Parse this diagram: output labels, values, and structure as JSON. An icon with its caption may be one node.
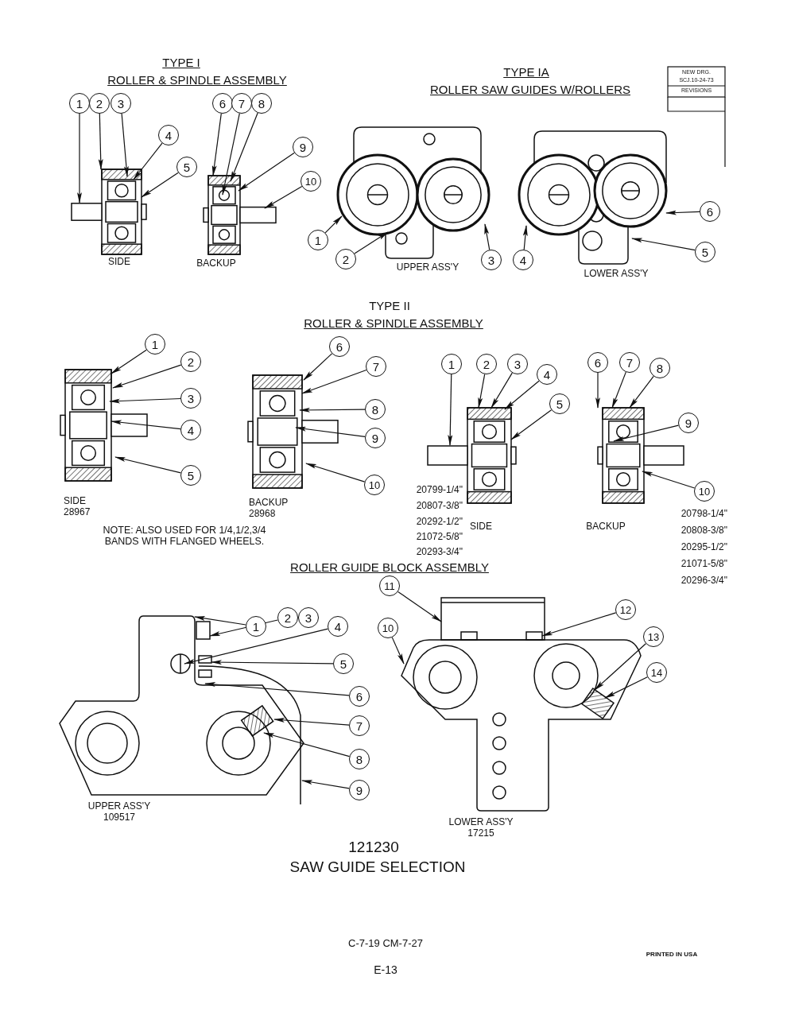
{
  "diagram": {
    "caption": "SAW GUIDE SELECTION",
    "nodes": [
      {
        "text": [
          "1"
        ]
      },
      {
        "text": [
          "2"
        ]
      },
      {
        "text": [
          "3"
        ]
      },
      {
        "text": [
          "4"
        ]
      },
      {
        "text": [
          "5"
        ]
      },
      {
        "text": [
          "6"
        ]
      },
      {
        "text": [
          "7"
        ]
      },
      {
        "text": [
          "8"
        ]
      },
      {
        "text": [
          "9"
        ]
      },
      {
        "text": [
          "10"
        ]
      },
      {
        "text": [
          "1"
        ]
      },
      {
        "text": [
          "2"
        ]
      },
      {
        "text": [
          "3"
        ]
      },
      {
        "text": [
          "4"
        ]
      },
      {
        "text": [
          "6"
        ]
      },
      {
        "text": [
          "5"
        ]
      },
      {
        "text": [
          "1"
        ]
      },
      {
        "text": [
          "2"
        ]
      },
      {
        "text": [
          "3"
        ]
      },
      {
        "text": [
          "4"
        ]
      },
      {
        "text": [
          "5"
        ]
      },
      {
        "text": [
          "6"
        ]
      },
      {
        "text": [
          "7"
        ]
      },
      {
        "text": [
          "8"
        ]
      },
      {
        "text": [
          "9"
        ]
      },
      {
        "text": [
          "10"
        ]
      },
      {
        "text": [
          "1"
        ]
      },
      {
        "text": [
          "2"
        ]
      },
      {
        "text": [
          "3"
        ]
      },
      {
        "text": [
          "4"
        ]
      },
      {
        "text": [
          "5"
        ]
      },
      {
        "text": [
          "6"
        ]
      },
      {
        "text": [
          "7"
        ]
      },
      {
        "text": [
          "8"
        ]
      },
      {
        "text": [
          "9"
        ]
      },
      {
        "text": [
          "10"
        ]
      },
      {
        "text": [
          "1"
        ]
      },
      {
        "text": [
          "2"
        ]
      },
      {
        "text": [
          "4"
        ]
      },
      {
        "text": [
          "5"
        ]
      },
      {
        "text": [
          "6"
        ]
      },
      {
        "text": [
          "7"
        ]
      },
      {
        "text": [
          "8"
        ]
      },
      {
        "text": [
          "9"
        ]
      },
      {
        "text": [
          "11"
        ]
      },
      {
        "text": [
          "10"
        ]
      },
      {
        "text": [
          "12"
        ]
      },
      {
        "text": [
          "13"
        ]
      },
      {
        "text": [
          "14"
        ]
      },
      {
        "text": [
          "3"
        ]
      },
      {
        "text": [],
        "shape": "picture",
        "beside": [
          "SIDE"
        ]
      },
      {
        "text": [],
        "shape": "picture",
        "beside": [
          "BACKUP"
        ]
      },
      {
        "text": [],
        "shape": "picture",
        "beside": [
          "UPPER ASS'Y"
        ]
      },
      {
        "text": [],
        "shape": "picture",
        "beside": [
          "LOWER ASS'Y"
        ]
      },
      {
        "text": [],
        "shape": "picture",
        "beside": [
          "SIDE 28967"
        ]
      },
      {
        "text": [],
        "shape": "picture",
        "beside": [
          "BACKUP 28968"
        ]
      },
      {
        "text": [],
        "shape": "picture",
        "beside": [
          "SIDE"
        ]
      },
      {
        "text": [],
        "shape": "picture",
        "beside": [
          "BACKUP"
        ]
      },
      {
        "text": [],
        "shape": "picture",
        "beside": [
          "UPPER ASS'Y 109517"
        ]
      },
      {
        "text": [],
        "shape": "picture",
        "beside": [
          "LOWER ASS'Y 17215"
        ]
      }
    ],
    "edges": [
      {
        "from": 0,
        "to": 50,
        "arrow": "to"
      },
      {
        "from": 1,
        "to": 50,
        "arrow": "to"
      },
      {
        "from": 2,
        "to": 50,
        "arrow": "to"
      },
      {
        "from": 3,
        "to": 50,
        "arrow": "to"
      },
      {
        "from": 4,
        "to": 50,
        "arrow": "to"
      },
      {
        "from": 5,
        "to": 51,
        "arrow": "to"
      },
      {
        "from": 6,
        "to": 51,
        "arrow": "to"
      },
      {
        "from": 7,
        "to": 51,
        "arrow": "to"
      },
      {
        "from": 8,
        "to": 51,
        "arrow": "to"
      },
      {
        "from": 9,
        "to": 51,
        "arrow": "to"
      },
      {
        "from": 10,
        "to": 52,
        "arrow": "to"
      },
      {
        "from": 11,
        "to": 52,
        "arrow": "to"
      },
      {
        "from": 12,
        "to": 52,
        "arrow": "to"
      },
      {
        "from": 13,
        "to": 53,
        "arrow": "to"
      },
      {
        "from": 14,
        "to": 53,
        "arrow": "to"
      },
      {
        "from": 15,
        "to": 53,
        "arrow": "to"
      },
      {
        "from": 16,
        "to": 54,
        "arrow": "to"
      },
      {
        "from": 17,
        "to": 54,
        "arrow": "to"
      },
      {
        "from": 18,
        "to": 54,
        "arrow": "to"
      },
      {
        "from": 19,
        "to": 54,
        "arrow": "to"
      },
      {
        "from": 20,
        "to": 54,
        "arrow": "to"
      },
      {
        "from": 21,
        "to": 55,
        "arrow": "to"
      },
      {
        "from": 22,
        "to": 55,
        "arrow": "to"
      },
      {
        "from": 23,
        "to": 55,
        "arrow": "to"
      },
      {
        "from": 24,
        "to": 55,
        "arrow": "to"
      },
      {
        "from": 25,
        "to": 55,
        "arrow": "to"
      },
      {
        "from": 26,
        "to": 56,
        "arrow": "to"
      },
      {
        "from": 27,
        "to": 56,
        "arrow": "to"
      },
      {
        "from": 28,
        "to": 56,
        "arrow": "to"
      },
      {
        "from": 29,
        "to": 56,
        "arrow": "to"
      },
      {
        "from": 30,
        "to": 56,
        "arrow": "to"
      },
      {
        "from": 31,
        "to": 57,
        "arrow": "to"
      },
      {
        "from": 32,
        "to": 57,
        "arrow": "to"
      },
      {
        "from": 33,
        "to": 57,
        "arrow": "to"
      },
      {
        "from": 34,
        "to": 57,
        "arrow": "to"
      },
      {
        "from": 35,
        "to": 57,
        "arrow": "to"
      },
      {
        "from": 36,
        "to": 58,
        "arrow": "to"
      },
      {
        "from": 37,
        "to": 58,
        "arrow": "to"
      },
      {
        "from": 38,
        "to": 58,
        "arrow": "to"
      },
      {
        "from": 39,
        "to": 58,
        "arrow": "to"
      },
      {
        "from": 40,
        "to": 58,
        "arrow": "to"
      },
      {
        "from": 41,
        "to": 58,
        "arrow": "to"
      },
      {
        "from": 42,
        "to": 58,
        "arrow": "to"
      },
      {
        "from": 43,
        "to": 58,
        "arrow": "to"
      },
      {
        "from": 44,
        "to": 59,
        "arrow": "to"
      },
      {
        "from": 45,
        "to": 59,
        "arrow": "to"
      },
      {
        "from": 46,
        "to": 59,
        "arrow": "to"
      },
      {
        "from": 47,
        "to": 59,
        "arrow": "to"
      },
      {
        "from": 48,
        "to": 59,
        "arrow": "to"
      }
    ],
    "labels": [
      "TYPE I",
      "ROLLER & SPINDLE ASSEMBLY",
      "TYPE IA",
      "ROLLER SAW GUIDES W/ROLLERS",
      "NEW DRG.",
      "SCJ.10-24-73",
      "REVISIONS",
      "TYPE II",
      "ROLLER & SPINDLE ASSEMBLY",
      "NOTE: ALSO USED FOR 1/4,1/2,3/4 BANDS WITH FLANGED WHEELS.",
      "20799-1/4\"",
      "20807-3/8\"",
      "20292-1/2\"",
      "21072-5/8\"",
      "20293-3/4\"",
      "20798-1/4\"",
      "20808-3/8\"",
      "20295-1/2\"",
      "21071-5/8\"",
      "20296-3/4\"",
      "ROLLER GUIDE BLOCK ASSEMBLY",
      "121230",
      "C-7-19 CM-7-27",
      "PRINTED IN USA",
      "E-13"
    ]
  }
}
